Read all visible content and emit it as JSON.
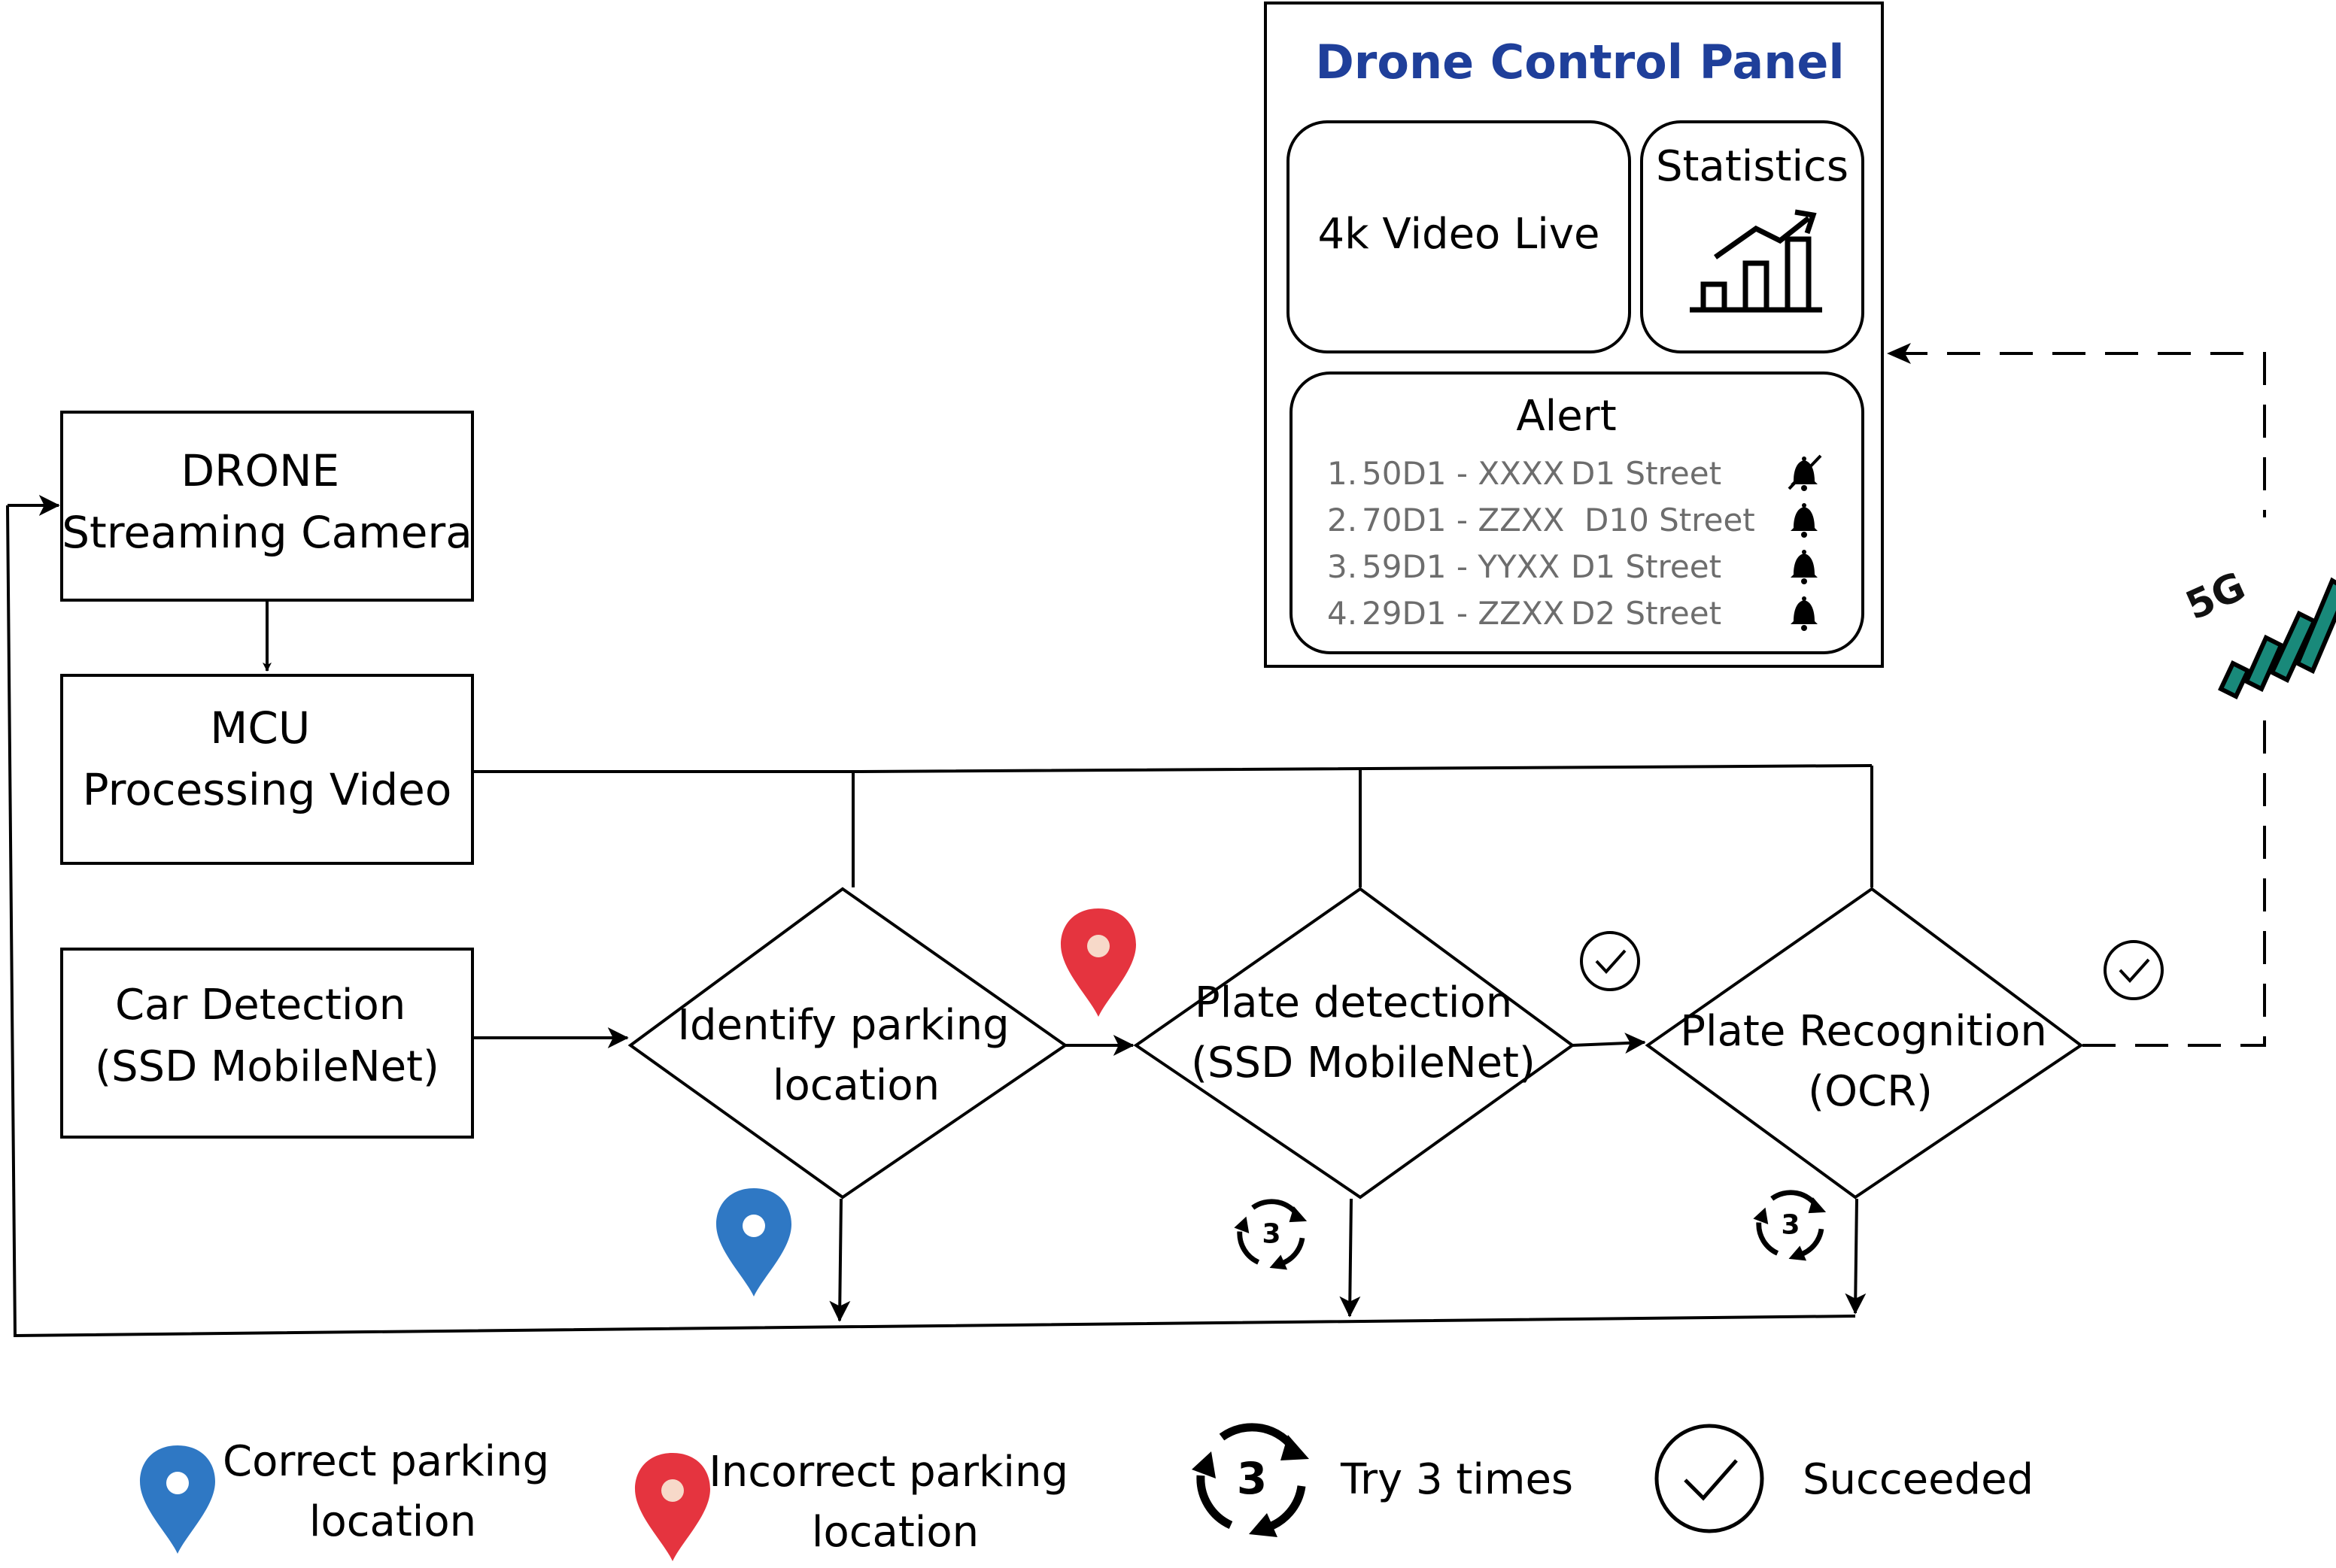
{
  "panel": {
    "title": "Drone Control Panel",
    "video_label": "4k Video Live",
    "stats_label": "Statistics",
    "alert": {
      "title": "Alert",
      "items": [
        {
          "index": "1.",
          "plate": "50D1 - XXXX",
          "street": "D1 Street",
          "bell": "bell-muted-icon"
        },
        {
          "index": "2.",
          "plate": "70D1 - ZZXX",
          "street": "D10 Street",
          "bell": "bell-icon"
        },
        {
          "index": "3.",
          "plate": "59D1 - YYXX",
          "street": "D1 Street",
          "bell": "bell-icon"
        },
        {
          "index": "4.",
          "plate": "29D1 - ZZXX",
          "street": "D2 Street",
          "bell": "bell-icon"
        }
      ]
    }
  },
  "boxes": {
    "drone": [
      "DRONE",
      "Streaming Camera"
    ],
    "mcu": [
      "MCU",
      "Processing Video"
    ],
    "car": [
      "Car Detection",
      "(SSD MobileNet)"
    ]
  },
  "decisions": {
    "identify": [
      "Identify parking",
      "location"
    ],
    "plate_detection": [
      "Plate detection",
      "(SSD MobileNet)"
    ],
    "plate_recognition": [
      "Plate Recognition",
      "(OCR)"
    ]
  },
  "signal_label": "5G",
  "legend": {
    "correct": [
      "Correct parking",
      "location"
    ],
    "incorrect": [
      "Incorrect parking",
      "location"
    ],
    "try": "Try 3 times",
    "try_count": "3",
    "succeeded": "Succeeded"
  },
  "colors": {
    "title_blue": "#1f3f9a",
    "pin_blue": "#2f78c4",
    "pin_red": "#e5343f",
    "pin_red_center": "#f7d9c9",
    "signal_teal": "#19897a",
    "alert_gray": "#6d6d6d"
  }
}
